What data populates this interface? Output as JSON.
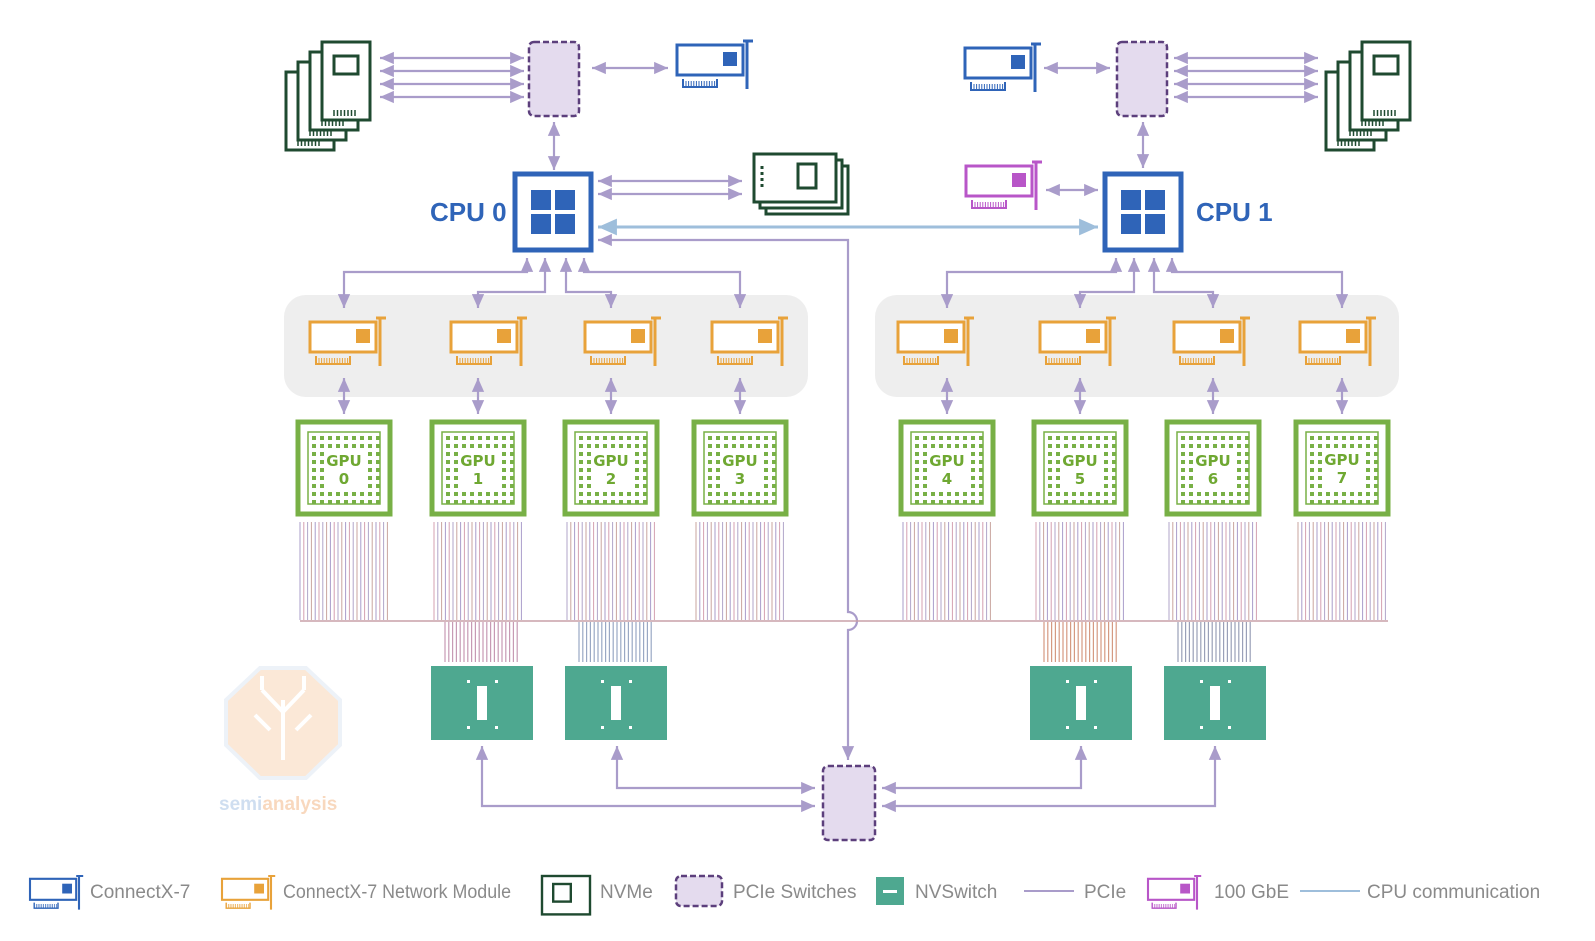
{
  "cpus": [
    {
      "label": "CPU 0"
    },
    {
      "label": "CPU 1"
    }
  ],
  "gpus": [
    {
      "line1": "GPU",
      "line2": "0"
    },
    {
      "line1": "GPU",
      "line2": "1"
    },
    {
      "line1": "GPU",
      "line2": "2"
    },
    {
      "line1": "GPU",
      "line2": "3"
    },
    {
      "line1": "GPU",
      "line2": "4"
    },
    {
      "line1": "GPU",
      "line2": "5"
    },
    {
      "line1": "GPU",
      "line2": "6"
    },
    {
      "line1": "GPU",
      "line2": "7"
    }
  ],
  "watermark": {
    "part1": "semi",
    "part2": "analysis"
  },
  "legend": [
    {
      "icon": "connectx-7-icon",
      "label": "ConnectX-7"
    },
    {
      "icon": "connectx-7-network-module-icon",
      "label": "ConnectX-7 Network Module"
    },
    {
      "icon": "nvme-icon",
      "label": "NVMe"
    },
    {
      "icon": "pcie-switch-icon",
      "label": "PCIe Switches"
    },
    {
      "icon": "nvswitch-icon",
      "label": "NVSwitch"
    },
    {
      "icon": "pcie-line-icon",
      "label": "PCIe"
    },
    {
      "icon": "100gbe-icon",
      "label": "100 GbE"
    },
    {
      "icon": "cpu-communication-line-icon",
      "label": "CPU communication"
    }
  ],
  "colors": {
    "cpu": "#2f64b8",
    "connectx7": "#2f64b8",
    "network_module": "#e8a23a",
    "nvme": "#1f4a30",
    "pcie_switch_fill": "#e4dbee",
    "pcie_switch_stroke": "#5c3f7c",
    "nvswitch": "#4ea890",
    "pcie_line": "#a99cca",
    "gbe100": "#b856c8",
    "gpu": "#78b046",
    "cpu_comm": "#9ebedb"
  }
}
